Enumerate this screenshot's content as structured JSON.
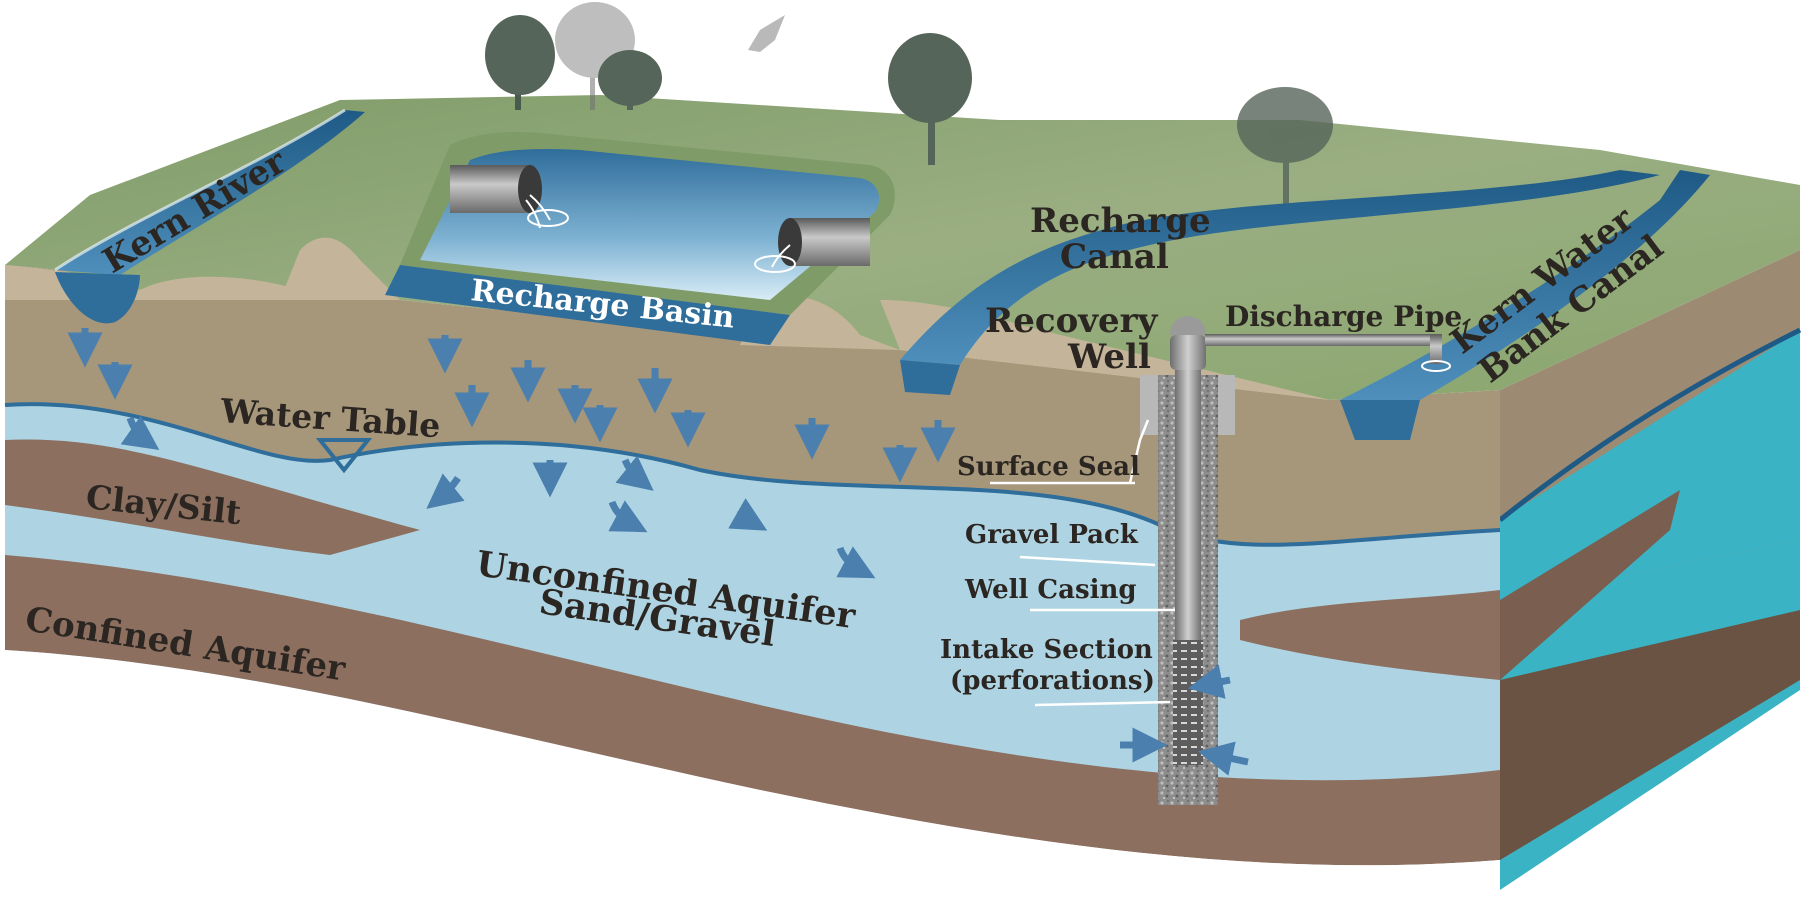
{
  "labels": {
    "kern_river": "Kern River",
    "recharge_basin": "Recharge Basin",
    "recharge_canal_line1": "Recharge",
    "recharge_canal_line2": "Canal",
    "recovery_well_line1": "Recovery",
    "recovery_well_line2": "Well",
    "discharge_pipe": "Discharge Pipe",
    "kern_water_bank_canal_line1": "Kern Water",
    "kern_water_bank_canal_line2": "Bank Canal",
    "water_table": "Water Table",
    "clay_silt": "Clay/Silt",
    "unconfined_aquifer_line1": "Unconfined Aquifer",
    "unconfined_aquifer_line2": "Sand/Gravel",
    "confined_aquifer": "Confined Aquifer",
    "surface_seal": "Surface Seal",
    "gravel_pack": "Gravel Pack",
    "well_casing": "Well Casing",
    "intake_section_line1": "Intake Section",
    "intake_section_line2": "(perforations)"
  },
  "colors": {
    "grass_top": "#8fa873",
    "grass_dark": "#6f8a5a",
    "soil": "#a6967a",
    "soil_light": "#c4b59a",
    "clay": "#8c6f5f",
    "aquifer": "#aed4e3",
    "water_surface": "#2f6d9b",
    "water_deep": "#1f5a86",
    "side_teal": "#3ab4c4",
    "arrow": "#4a7fae",
    "tree": "#56655a",
    "well_gray": "#9a9a9a"
  }
}
